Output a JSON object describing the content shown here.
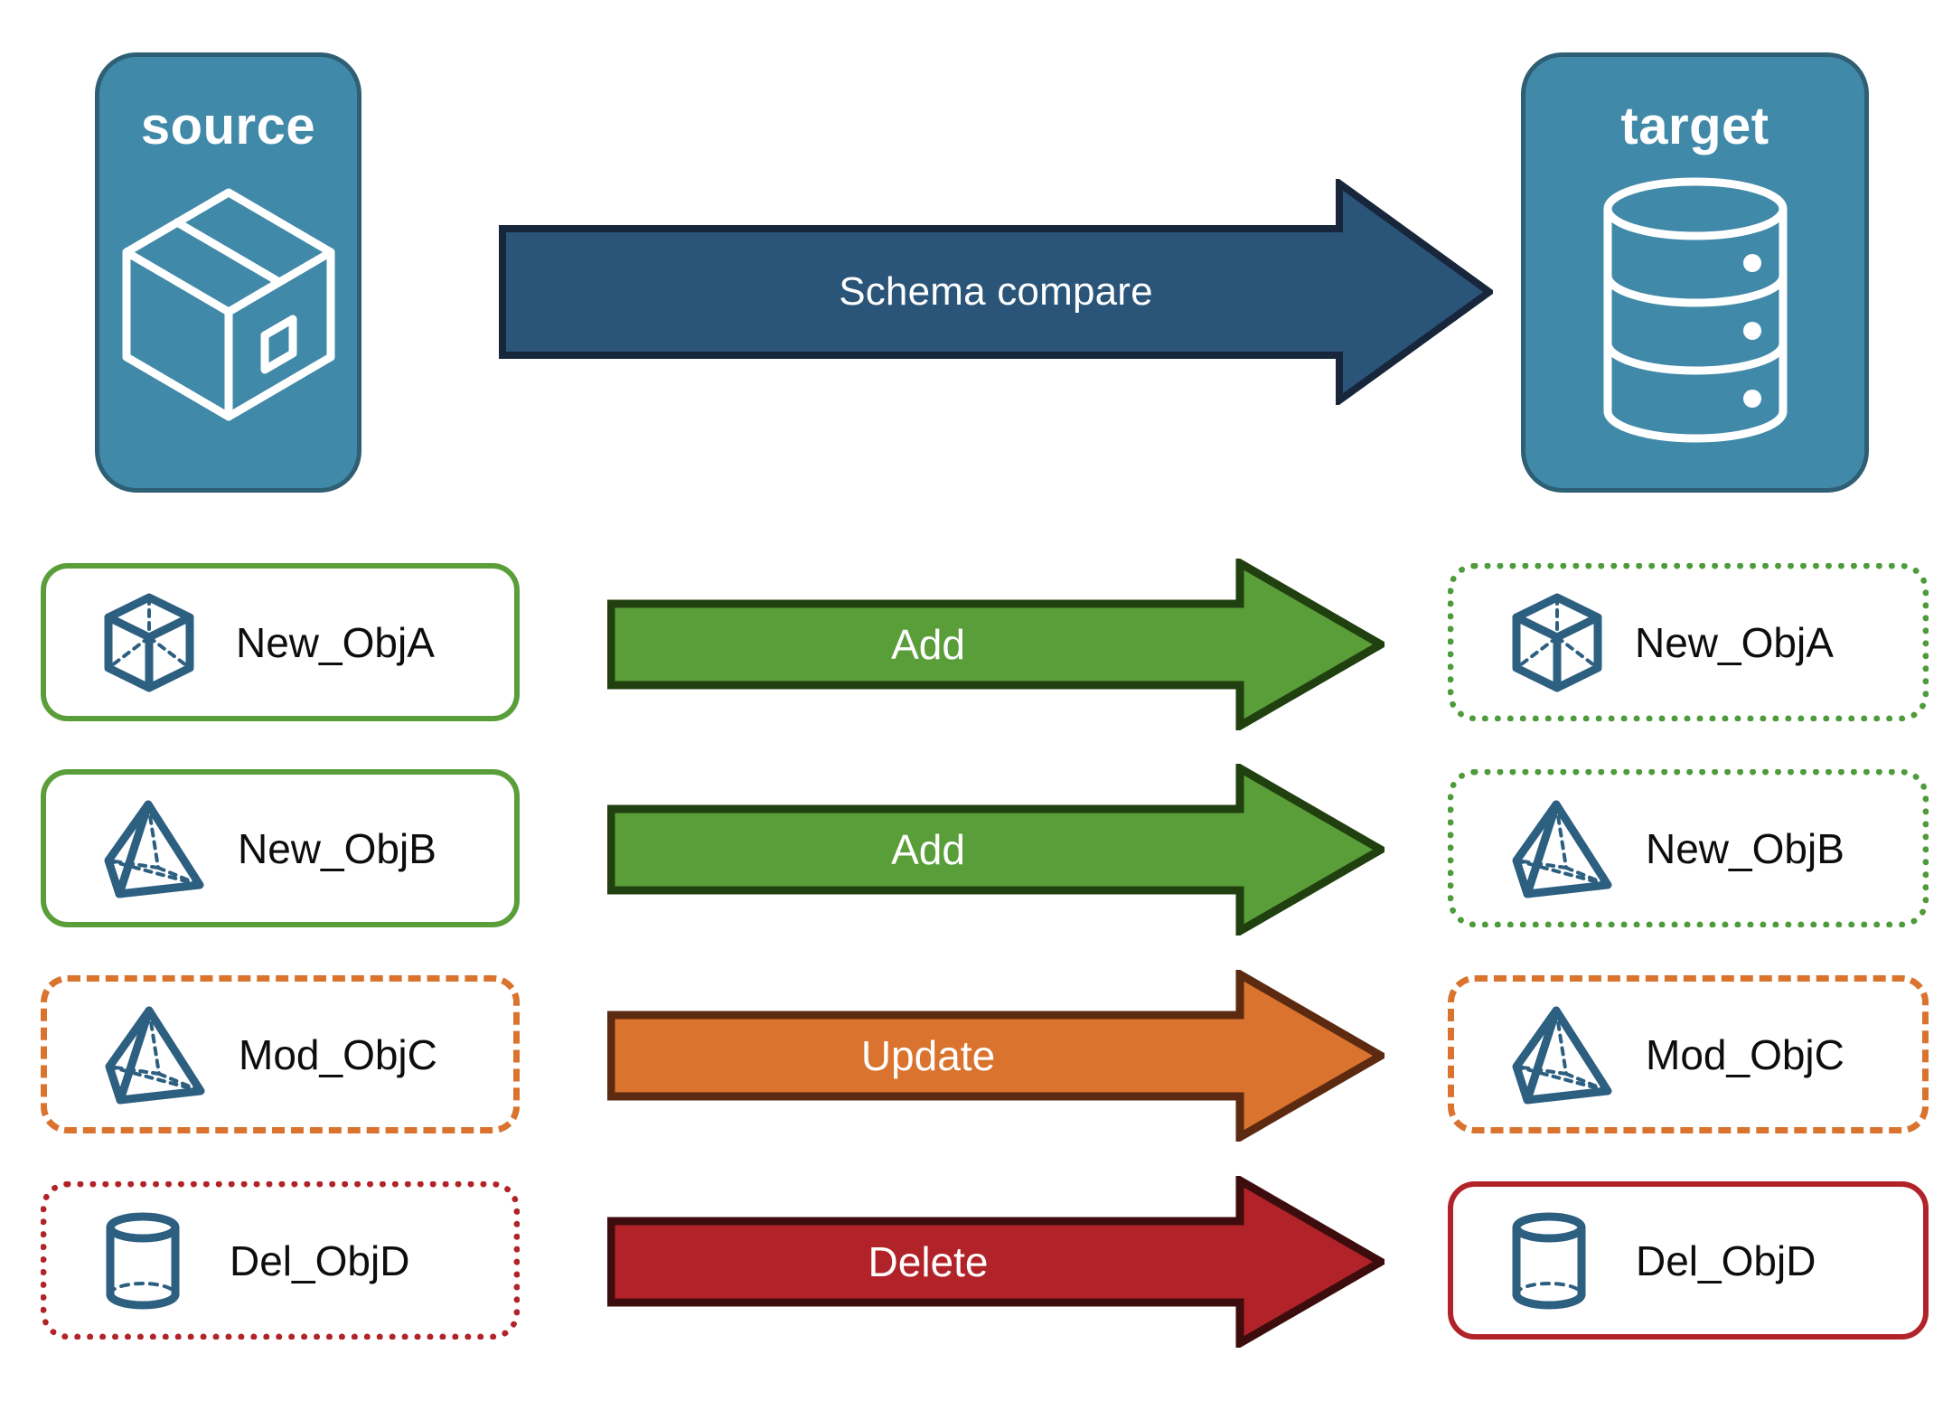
{
  "diagram": {
    "title_absent": "",
    "palette": {
      "endpoint_fill": "#4189a8",
      "endpoint_stroke": "#2e5f74",
      "compare_arrow_fill": "#2a5478",
      "compare_arrow_stroke": "#17263a",
      "add_arrow_fill": "#5a9e3a",
      "add_arrow_stroke": "#20400f",
      "update_arrow_fill": "#d9732e",
      "update_arrow_stroke": "#5b2a10",
      "delete_arrow_fill": "#b12328",
      "delete_arrow_stroke": "#3d0d0e",
      "object_icon": "#2c5f80",
      "object_text": "#0d0d0d"
    },
    "endpoints": [
      {
        "id": "source",
        "label": "source",
        "icon": "package-box-icon"
      },
      {
        "id": "target",
        "label": "target",
        "icon": "database-cylinder-icon"
      }
    ],
    "compare_arrow": {
      "label": "Schema compare",
      "direction": "right"
    },
    "rows": [
      {
        "action": "Add",
        "arrow_style": "add",
        "source_object": {
          "label": "New_ObjA",
          "icon": "wireframe-cube-icon",
          "border": "solid-green"
        },
        "target_object": {
          "label": "New_ObjA",
          "icon": "wireframe-cube-icon",
          "border": "dotted-green"
        }
      },
      {
        "action": "Add",
        "arrow_style": "add",
        "source_object": {
          "label": "New_ObjB",
          "icon": "wireframe-pyramid-icon",
          "border": "solid-green"
        },
        "target_object": {
          "label": "New_ObjB",
          "icon": "wireframe-pyramid-icon",
          "border": "dotted-green"
        }
      },
      {
        "action": "Update",
        "arrow_style": "update",
        "source_object": {
          "label": "Mod_ObjC",
          "icon": "wireframe-pyramid-icon",
          "border": "dashed-orange"
        },
        "target_object": {
          "label": "Mod_ObjC",
          "icon": "wireframe-pyramid-icon",
          "border": "dashed-orange"
        }
      },
      {
        "action": "Delete",
        "arrow_style": "delete",
        "source_object": {
          "label": "Del_ObjD",
          "icon": "wireframe-cylinder-icon",
          "border": "dotted-red"
        },
        "target_object": {
          "label": "Del_ObjD",
          "icon": "wireframe-cylinder-icon",
          "border": "solid-red"
        }
      }
    ]
  }
}
